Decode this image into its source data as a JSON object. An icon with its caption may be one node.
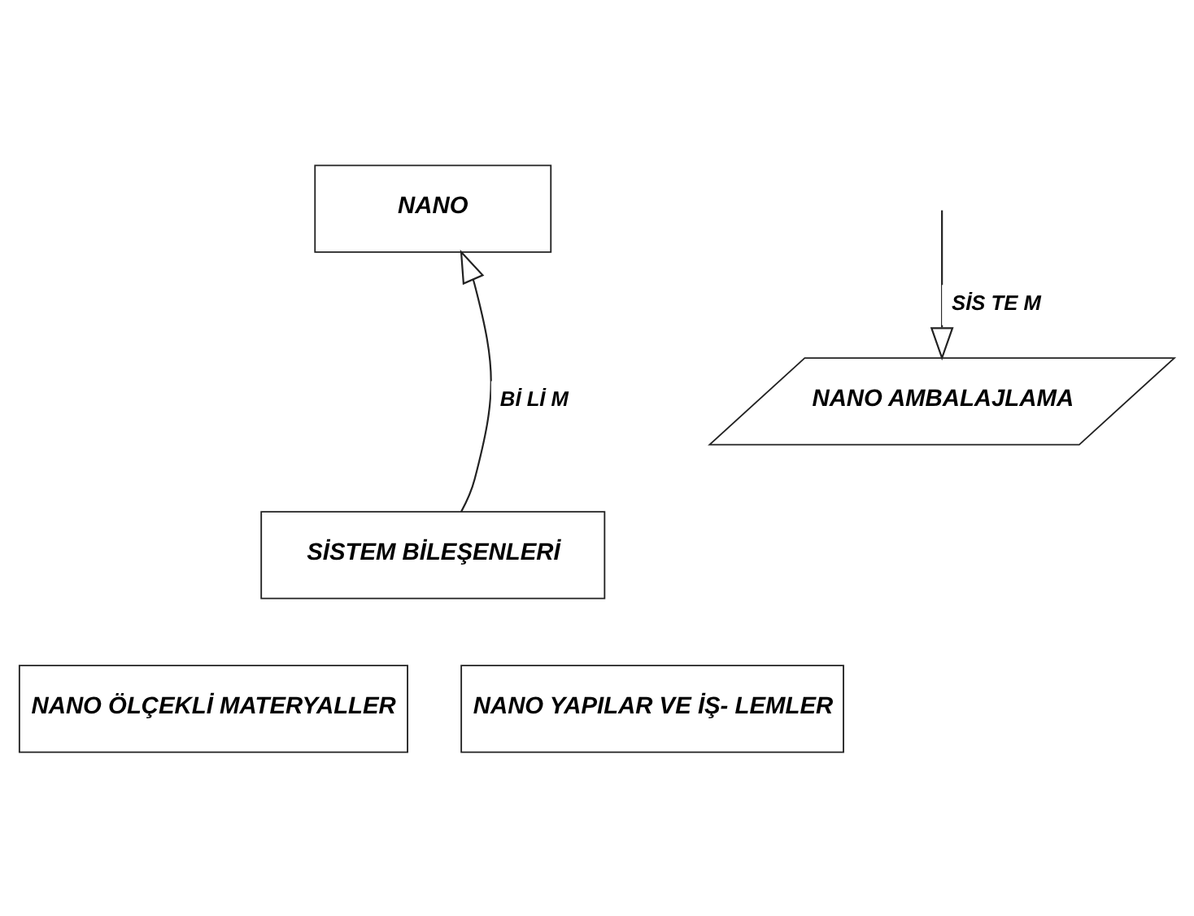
{
  "diagram": {
    "nodes": [
      {
        "text": [
          "NANO"
        ]
      },
      {
        "text": [
          "NANO AMBALAJLAMA"
        ]
      },
      {
        "text": [
          "SİSTEM BİLEŞENLERİ"
        ]
      },
      {
        "text": [
          "NANO ÖLÇEKLİ MATERYALLER"
        ]
      },
      {
        "text": [
          "NANO YAPILAR VE İŞ- LEMLER"
        ]
      }
    ],
    "edges": [
      {
        "from": null,
        "to": 1,
        "arrow": "to",
        "label": "SİS TE M"
      },
      {
        "from": 2,
        "to": 0,
        "arrow": "to",
        "label": "Bİ Lİ M"
      }
    ]
  }
}
